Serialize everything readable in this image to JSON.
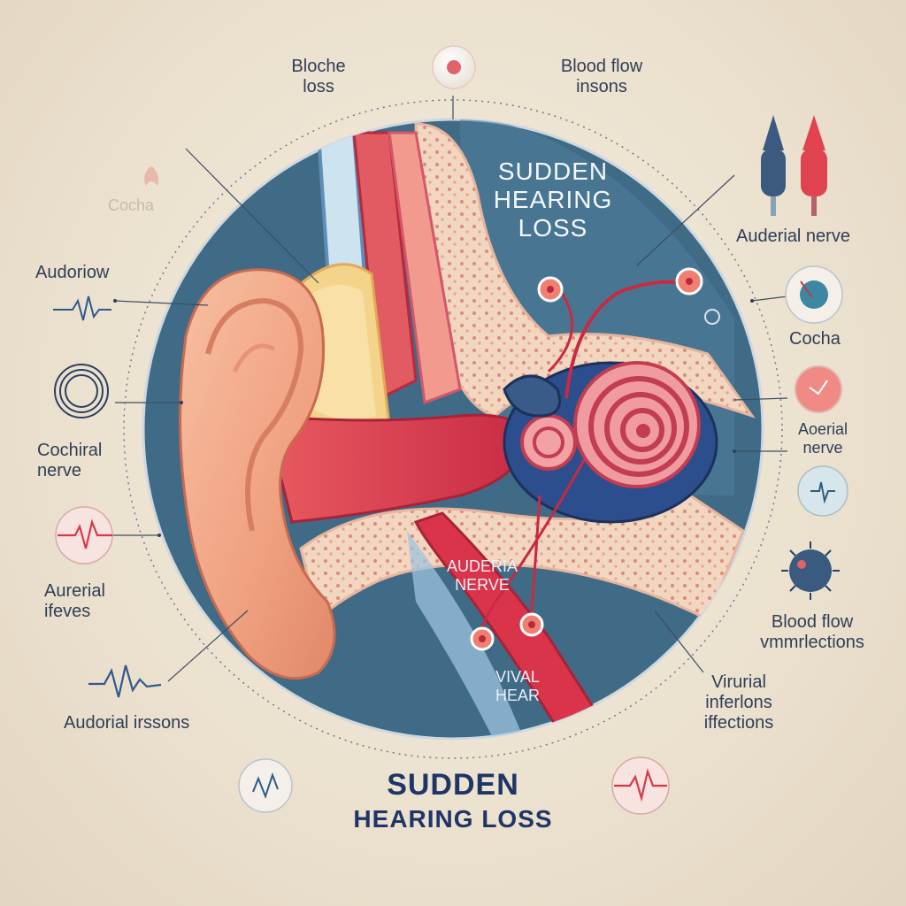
{
  "title": {
    "line1": "SUDDEN",
    "line2": "HEARING LOSS"
  },
  "inner_title": {
    "line1": "SUDDEN",
    "line2": "HEARING",
    "line3": "LOSS"
  },
  "labels": {
    "top_left": {
      "line1": "Bloche",
      "line2": "loss"
    },
    "top_right": {
      "line1": "Blood flow",
      "line2": "insons"
    },
    "faint_left": "Cocha",
    "audoriow": "Audoriow",
    "cochial_nerve": {
      "line1": "Cochiral",
      "line2": "nerve"
    },
    "aurerial_ifeves": {
      "line1": "Aurerial",
      "line2": "ifeves"
    },
    "audorial_irssons": "Audorial irssons",
    "auderial_nerve_top": "Auderial nerve",
    "cocha_right": "Cocha",
    "aoerial_nerve": {
      "line1": "Aoerial",
      "line2": "nerve"
    },
    "blood_flow_right": {
      "line1": "Blood flow",
      "line2": "vmmrlections"
    },
    "virurial": {
      "line1": "Virurial",
      "line2": "inferlons",
      "line3": "iffections"
    },
    "inner_auderia": {
      "line1": "AUDERIA",
      "line2": "NERVE"
    },
    "inner_vival": {
      "line1": "VIVAL",
      "line2": "HEAR"
    }
  },
  "colors": {
    "background": "#ece2d0",
    "circle_fill": "#3f6b87",
    "ear_skin": "#f2a88a",
    "canal_red": "#d9344a",
    "title_blue": "#1e3566"
  },
  "icons": [
    "blood-drop-icon",
    "syringe-icon",
    "blood-cell-icon",
    "waveform-icon",
    "coil-icon",
    "heartbeat-icon",
    "virus-icon",
    "nerve-icon",
    "cochlea-icon"
  ]
}
